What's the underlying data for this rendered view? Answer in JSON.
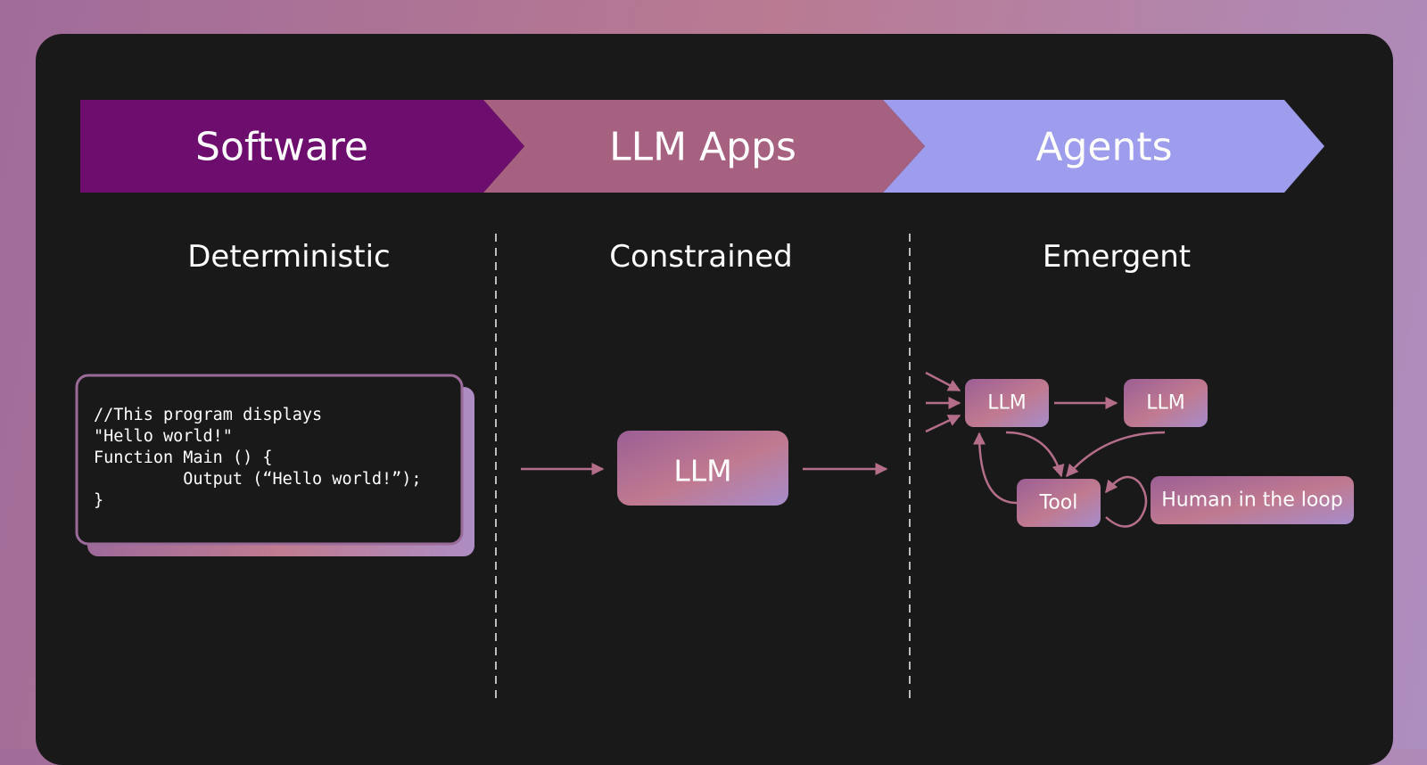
{
  "banner": [
    {
      "label": "Software",
      "color": "#6d0d6d"
    },
    {
      "label": "LLM Apps",
      "color": "#a76180"
    },
    {
      "label": "Agents",
      "color": "#9d9ced"
    }
  ],
  "columns": [
    {
      "heading": "Deterministic"
    },
    {
      "heading": "Constrained"
    },
    {
      "heading": "Emergent"
    }
  ],
  "code": {
    "lines": [
      "//This program displays",
      "\"Hello world!\"",
      "Function Main () {",
      "         Output (“Hello world!”);",
      "}"
    ]
  },
  "llm_app": {
    "node_label": "LLM"
  },
  "agents": {
    "llm_left": "LLM",
    "llm_right": "LLM",
    "tool": "Tool",
    "human": "Human in the loop"
  },
  "colors": {
    "background": "#1a191a",
    "arrow": "#b56e8a",
    "divider": "#bdbdbd",
    "node_gradient_start": "#a0679a",
    "node_gradient_mid": "#c07a90",
    "node_gradient_end": "#a88cc4"
  }
}
